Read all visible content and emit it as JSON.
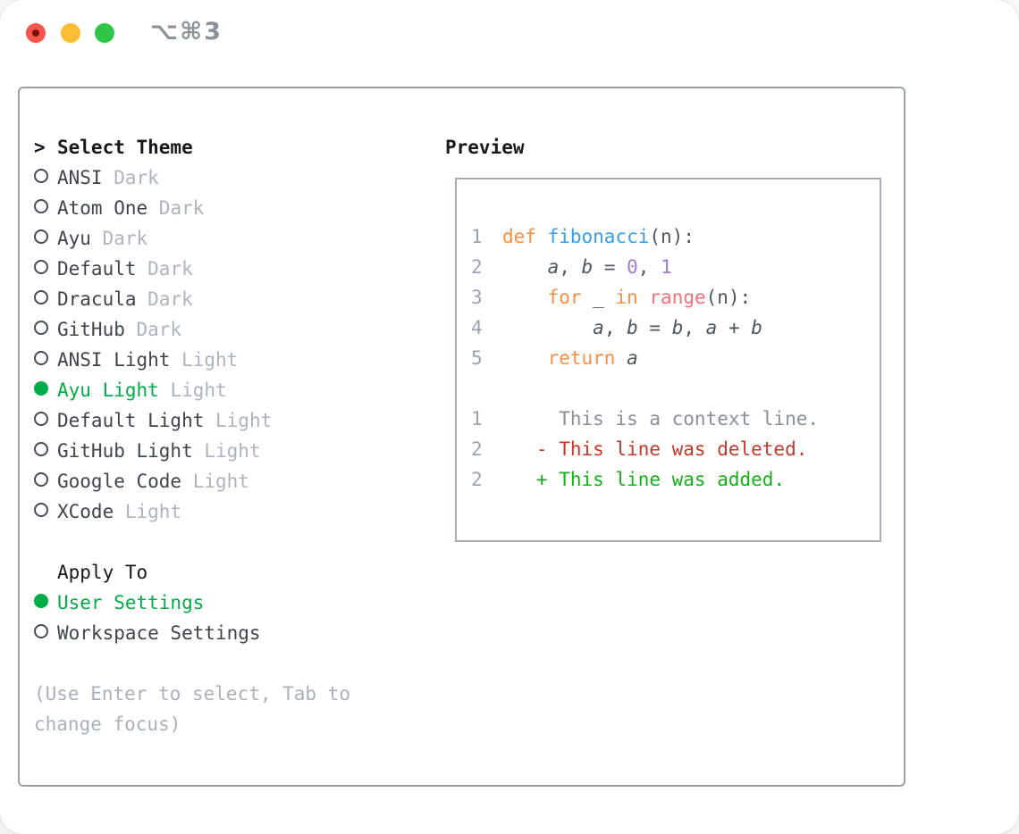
{
  "window": {
    "shortcut_label": "⌥⌘3"
  },
  "theme_picker": {
    "prompt": ">",
    "title": "Select Theme",
    "items": [
      {
        "name": "ANSI",
        "variant": "Dark",
        "selected": false
      },
      {
        "name": "Atom One",
        "variant": "Dark",
        "selected": false
      },
      {
        "name": "Ayu",
        "variant": "Dark",
        "selected": false
      },
      {
        "name": "Default",
        "variant": "Dark",
        "selected": false
      },
      {
        "name": "Dracula",
        "variant": "Dark",
        "selected": false
      },
      {
        "name": "GitHub",
        "variant": "Dark",
        "selected": false
      },
      {
        "name": "ANSI Light",
        "variant": "Light",
        "selected": false
      },
      {
        "name": "Ayu Light",
        "variant": "Light",
        "selected": true
      },
      {
        "name": "Default Light",
        "variant": "Light",
        "selected": false
      },
      {
        "name": "GitHub Light",
        "variant": "Light",
        "selected": false
      },
      {
        "name": "Google Code",
        "variant": "Light",
        "selected": false
      },
      {
        "name": "XCode",
        "variant": "Light",
        "selected": false
      }
    ],
    "apply_to": {
      "title": "Apply To",
      "options": [
        {
          "name": "User Settings",
          "selected": true
        },
        {
          "name": "Workspace Settings",
          "selected": false
        }
      ]
    },
    "hint": "(Use Enter to select, Tab to change focus)"
  },
  "preview": {
    "title": "Preview",
    "lines": [
      {
        "num": "1",
        "kind": "code",
        "segments": [
          {
            "c": "kw",
            "t": "def"
          },
          {
            "c": "d",
            "t": " "
          },
          {
            "c": "fn",
            "t": "fibonacci"
          },
          {
            "c": "d",
            "t": "(n):"
          }
        ]
      },
      {
        "num": "2",
        "kind": "code",
        "segments": [
          {
            "c": "d",
            "t": "    "
          },
          {
            "c": "var",
            "t": "a"
          },
          {
            "c": "d",
            "t": ", "
          },
          {
            "c": "var",
            "t": "b"
          },
          {
            "c": "d",
            "t": " = "
          },
          {
            "c": "const",
            "t": "0"
          },
          {
            "c": "d",
            "t": ", "
          },
          {
            "c": "const",
            "t": "1"
          }
        ]
      },
      {
        "num": "3",
        "kind": "code",
        "segments": [
          {
            "c": "d",
            "t": "    "
          },
          {
            "c": "kw",
            "t": "for"
          },
          {
            "c": "d",
            "t": " _ "
          },
          {
            "c": "kw",
            "t": "in"
          },
          {
            "c": "d",
            "t": " "
          },
          {
            "c": "call",
            "t": "range"
          },
          {
            "c": "d",
            "t": "(n):"
          }
        ]
      },
      {
        "num": "4",
        "kind": "code",
        "segments": [
          {
            "c": "d",
            "t": "        "
          },
          {
            "c": "var",
            "t": "a"
          },
          {
            "c": "d",
            "t": ", "
          },
          {
            "c": "var",
            "t": "b"
          },
          {
            "c": "d",
            "t": " = "
          },
          {
            "c": "var",
            "t": "b"
          },
          {
            "c": "d",
            "t": ", "
          },
          {
            "c": "var",
            "t": "a"
          },
          {
            "c": "d",
            "t": " + "
          },
          {
            "c": "var",
            "t": "b"
          }
        ]
      },
      {
        "num": "5",
        "kind": "code",
        "segments": [
          {
            "c": "d",
            "t": "    "
          },
          {
            "c": "kw",
            "t": "return"
          },
          {
            "c": "d",
            "t": " "
          },
          {
            "c": "var",
            "t": "a"
          }
        ]
      },
      {
        "num": "",
        "kind": "blank",
        "segments": []
      },
      {
        "num": "1",
        "kind": "context",
        "segments": [
          {
            "c": "ctx",
            "t": "     This is a context line."
          }
        ]
      },
      {
        "num": "2",
        "kind": "deleted",
        "segments": [
          {
            "c": "del",
            "t": "   - This line was deleted."
          }
        ]
      },
      {
        "num": "2",
        "kind": "added",
        "segments": [
          {
            "c": "add",
            "t": "   + This line was added."
          }
        ]
      }
    ]
  },
  "colors": {
    "selection_green": "#00AC47",
    "radio_outline": "#454D56",
    "item_name": "#3E454E",
    "item_variant": "#ACB4C0",
    "heading": "#16191D",
    "hint": "#A9B1BD",
    "panel_border": "#98A1AD",
    "preview_border": "#A6ADB7",
    "shortcut": "#8B9198",
    "traffic_red": "#F4564E",
    "traffic_red_dot": "#7A100A",
    "traffic_yellow": "#FBBD34",
    "traffic_green": "#2FC648",
    "code_default": "#4E565F",
    "code_keyword": "#FB8E3F",
    "code_function": "#399EE6",
    "code_constant": "#A37ACC",
    "code_call": "#F2717A",
    "line_number": "#9AA4B1",
    "diff_context": "#87909B",
    "diff_deleted": "#C3392B",
    "diff_added": "#13B117"
  }
}
